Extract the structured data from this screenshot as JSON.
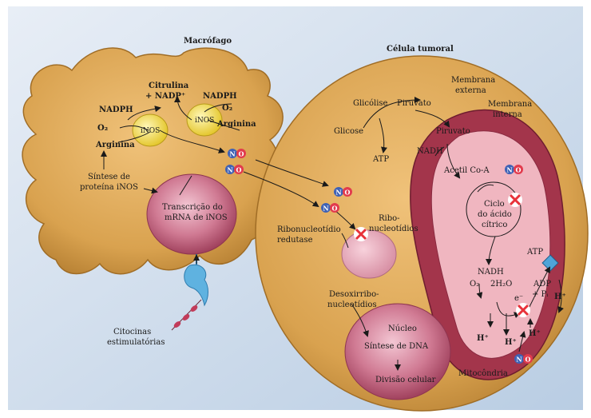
{
  "macrophage": {
    "title": "Macrófago",
    "citrulina": "Citrulina",
    "nadp": "+ NADP⁺",
    "nadph_left": "NADPH",
    "nadph_right": "NADPH",
    "o2_left": "O₂",
    "o2_right": "O₂",
    "inos_left": "iNOS",
    "inos_right": "iNOS",
    "arginina_left": "Arginina",
    "arginina_right": "Arginina",
    "sintese_1": "Síntese de",
    "sintese_2": "proteína iNOS",
    "transcricao_1": "Transcrição do",
    "transcricao_2": "mRNA de iNOS",
    "citocinas_1": "Citocinas",
    "citocinas_2": "estimulatórias"
  },
  "tumor": {
    "title": "Célula tumoral",
    "glicolise": "Glicólise",
    "piruvato_out": "Piruvato",
    "glicose": "Glicose",
    "atp_out": "ATP",
    "membrana_externa_1": "Membrana",
    "membrana_externa_2": "externa",
    "membrana_interna_1": "Membrana",
    "membrana_interna_2": "interna",
    "ribonucleotidio_1": "Ribonucleotídio",
    "ribonucleotidio_2": "redutase",
    "ribonucleotidios_1": "Ribo-",
    "ribonucleotidios_2": "nucleotídios",
    "desoxi_1": "Desoxirribo-",
    "desoxi_2": "nucleotídios",
    "nucleo": "Núcleo",
    "sintese_dna": "Síntese de DNA",
    "divisao": "Divisão celular",
    "mitocondria": "Mitocôndria"
  },
  "mitochondrion": {
    "piruvato": "Piruvato",
    "nadh_top": "NADH",
    "acetil": "Acetil Co-A",
    "ciclo_1": "Ciclo",
    "ciclo_2": "do ácido",
    "ciclo_3": "cítrico",
    "nadh_mid": "NADH",
    "atp": "ATP",
    "adp_1": "ADP",
    "adp_2": "+ Pᵢ",
    "o2": "O₂",
    "h2o": "2H₂O",
    "e": "e⁻",
    "h1": "H⁺",
    "h2": "H⁺",
    "h3": "H⁺",
    "h4": "H⁺"
  },
  "no_label": {
    "n": "N",
    "o": "O"
  },
  "colors": {
    "background": "#c9d9ea",
    "cell": "#d9a24f",
    "cell_edge": "#b07a2e",
    "mito_outer": "#a3354b",
    "mito_inner": "#f0b6c0",
    "nucleus": "#c9637d",
    "enzyme": "#f2e05a",
    "inhibit": "#e8323a"
  }
}
